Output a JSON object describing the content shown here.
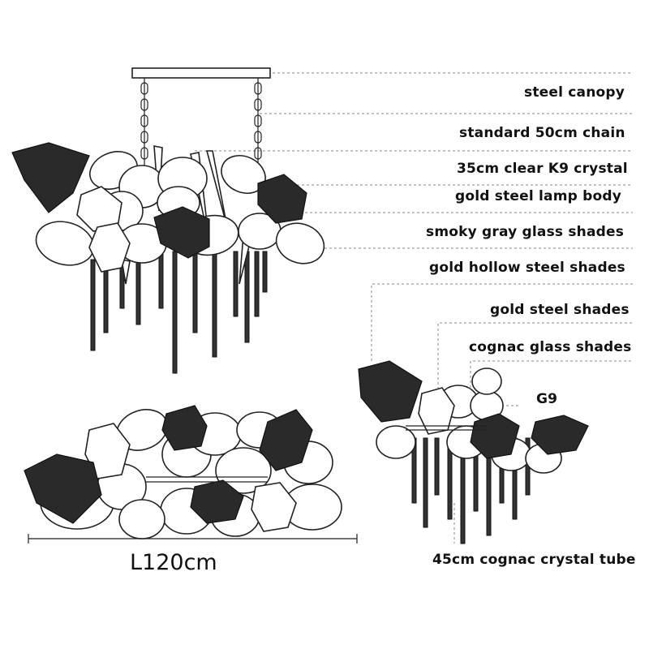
{
  "labels": {
    "steel_canopy": "steel canopy",
    "chain": "standard 50cm chain",
    "k9_crystal": "35cm clear K9 crystal",
    "lamp_body": "gold steel lamp body",
    "smoky_shades": "smoky gray glass shades",
    "hollow_shades": "gold hollow steel shades",
    "steel_shades": "gold steel shades",
    "cognac_shades": "cognac glass shades",
    "g9": "G9",
    "crystal_tube": "45cm cognac crystal tube"
  },
  "dimension": "L120cm",
  "colors": {
    "ink": "#111111",
    "leader": "#888888",
    "mesh": "#2a2a2a"
  }
}
